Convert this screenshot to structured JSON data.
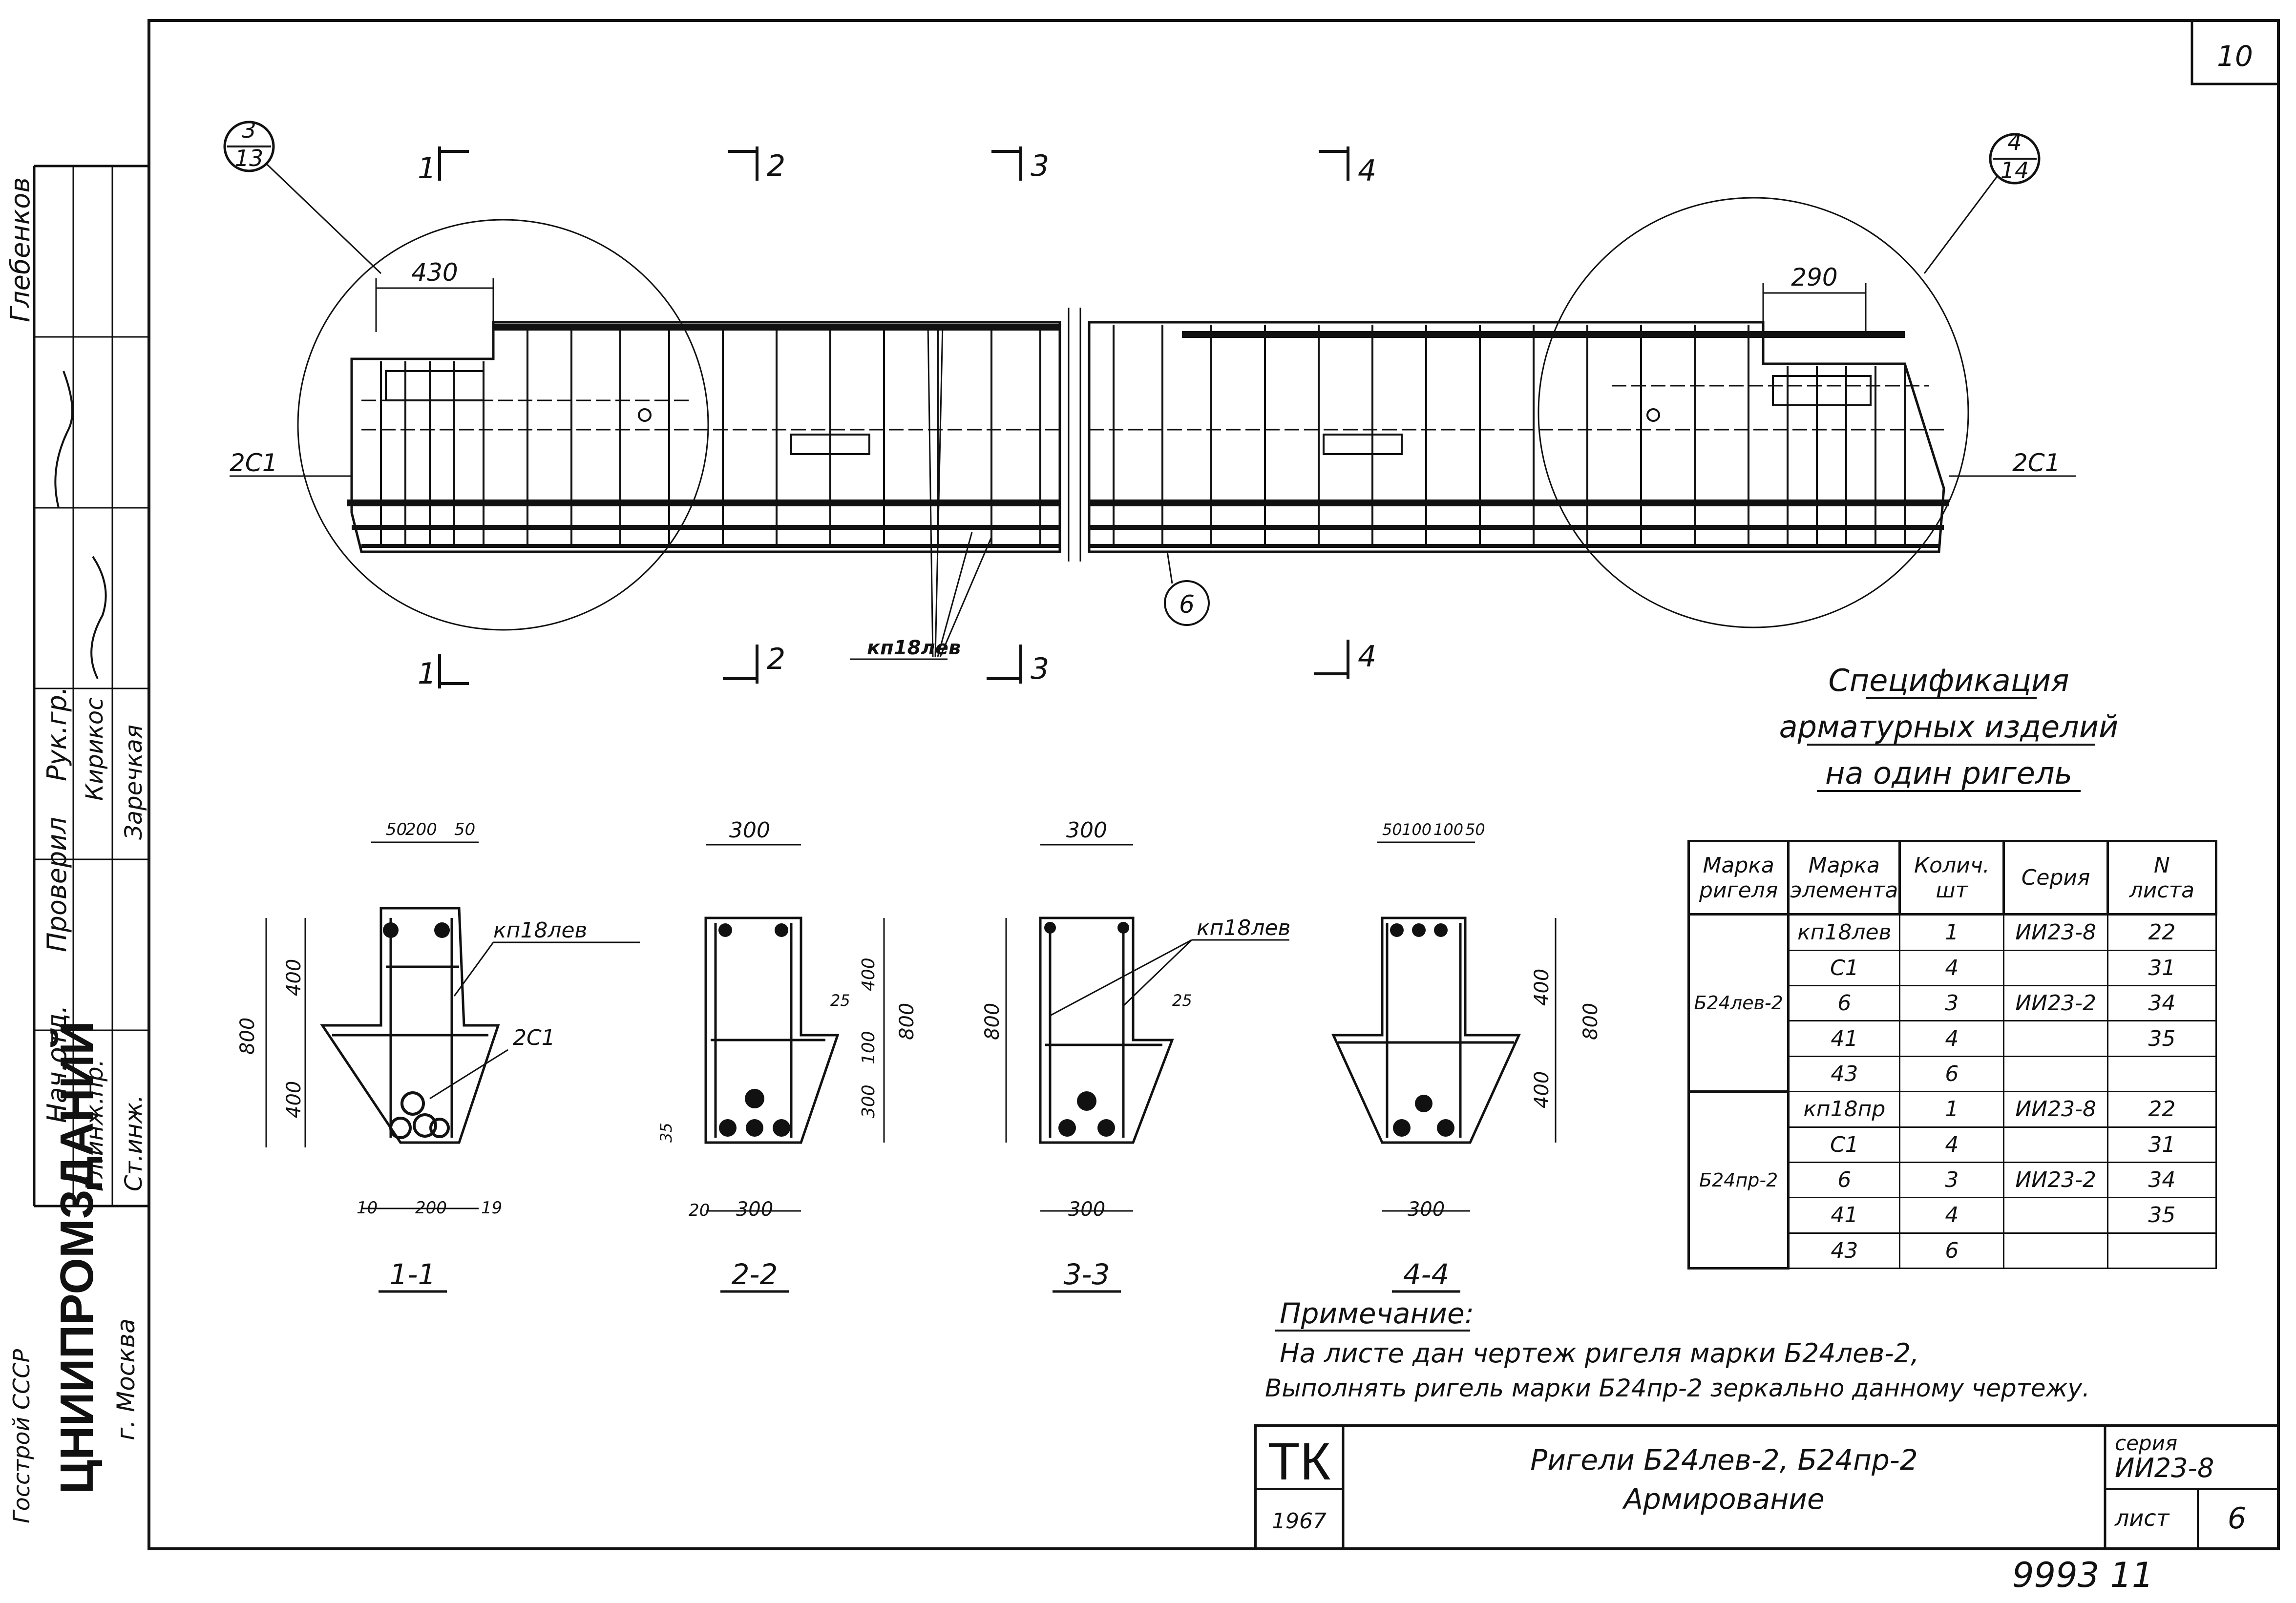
{
  "sheet_corner_number": "10",
  "bottom_number": "9993  11",
  "beam": {
    "callout_left": {
      "top": "3",
      "bottom": "13"
    },
    "callout_right": {
      "top": "4",
      "bottom": "14"
    },
    "dim_left": "430",
    "dim_right": "290",
    "label_2c1_left": "2С1",
    "label_2c1_right": "2С1",
    "bar_6": "6",
    "kp_label": "кп18лев",
    "section_marks_top": [
      "1",
      "2",
      "3",
      "4"
    ],
    "section_marks_bottom": [
      "1",
      "2",
      "3",
      "4"
    ]
  },
  "sections": [
    {
      "title": "1-1",
      "dims": [
        "50",
        "200",
        "50",
        "400",
        "400",
        "800",
        "10",
        "200",
        "19"
      ],
      "labels": [
        "кп18лев",
        "2С1"
      ]
    },
    {
      "title": "2-2",
      "dims": [
        "300",
        "25",
        "400",
        "100",
        "800",
        "300",
        "35",
        "20",
        "300"
      ]
    },
    {
      "title": "3-3",
      "dims": [
        "300",
        "25",
        "800",
        "300"
      ],
      "labels": [
        "кп18лев"
      ]
    },
    {
      "title": "4-4",
      "dims": [
        "50",
        "100",
        "100",
        "50",
        "400",
        "800",
        "400",
        "300"
      ]
    }
  ],
  "spec": {
    "heading": [
      "Спецификация",
      "арматурных изделий",
      "на один ригель"
    ],
    "headers": [
      [
        "Марка",
        "ригеля"
      ],
      [
        "Марка",
        "элемента"
      ],
      [
        "Колич.",
        "шт"
      ],
      [
        "Серия",
        ""
      ],
      [
        "N",
        "листа"
      ]
    ],
    "groups": [
      {
        "beam": "Б24лев-2",
        "rows": [
          [
            "кп18лев",
            "1",
            "ИИ23-8",
            "22"
          ],
          [
            "С1",
            "4",
            "",
            "31"
          ],
          [
            "6",
            "3",
            "ИИ23-2",
            "34"
          ],
          [
            "41",
            "4",
            "",
            "35"
          ],
          [
            "43",
            "6",
            "",
            ""
          ]
        ]
      },
      {
        "beam": "Б24пр-2",
        "rows": [
          [
            "кп18пр",
            "1",
            "ИИ23-8",
            "22"
          ],
          [
            "С1",
            "4",
            "",
            "31"
          ],
          [
            "6",
            "3",
            "ИИ23-2",
            "34"
          ],
          [
            "41",
            "4",
            "",
            "35"
          ],
          [
            "43",
            "6",
            "",
            ""
          ]
        ]
      }
    ]
  },
  "note": {
    "title": "Примечание:",
    "line1": "На листе дан чертеж ригеля марки Б24лев-2,",
    "line2": "Выполнять ригель марки Б24пр-2 зеркально данному чертежу."
  },
  "title_block": {
    "tk": "ТК",
    "year": "1967",
    "title1": "Ригели Б24лев-2, Б24пр-2",
    "title2": "Армирование",
    "series_label": "серия",
    "series": "ИИ23-8",
    "sheet_label": "лист",
    "sheet": "6"
  },
  "side_block": {
    "org": "ЦНИИПРОМЗДАНИЙ",
    "city": "г. Москва",
    "country": "Госстрой СССР",
    "rows": [
      {
        "role": "Нач.отд.",
        "name": "Глебенков"
      },
      {
        "role": "Гл.инж.пр.",
        "name": "Кирикос"
      },
      {
        "role": "Ст.инж.",
        "name": "Заречкая"
      },
      {
        "role": "Проверил",
        "name": ""
      },
      {
        "role": "Рук.гр.",
        "name": ""
      }
    ]
  }
}
